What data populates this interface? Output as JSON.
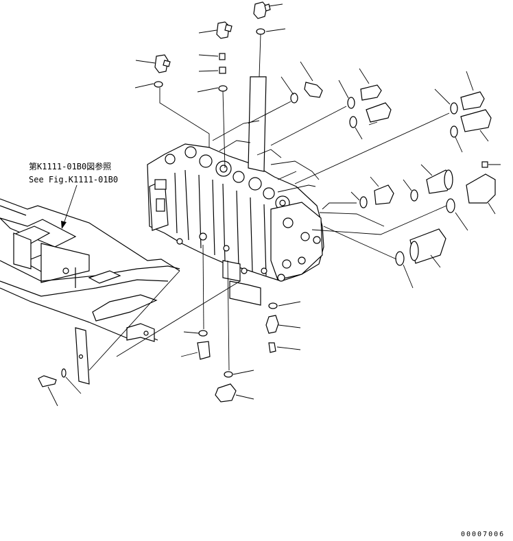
{
  "reference": {
    "japanese": "第K1111-01B0図参照",
    "english": "See Fig.K1111-01B0"
  },
  "page_id": "00007006"
}
